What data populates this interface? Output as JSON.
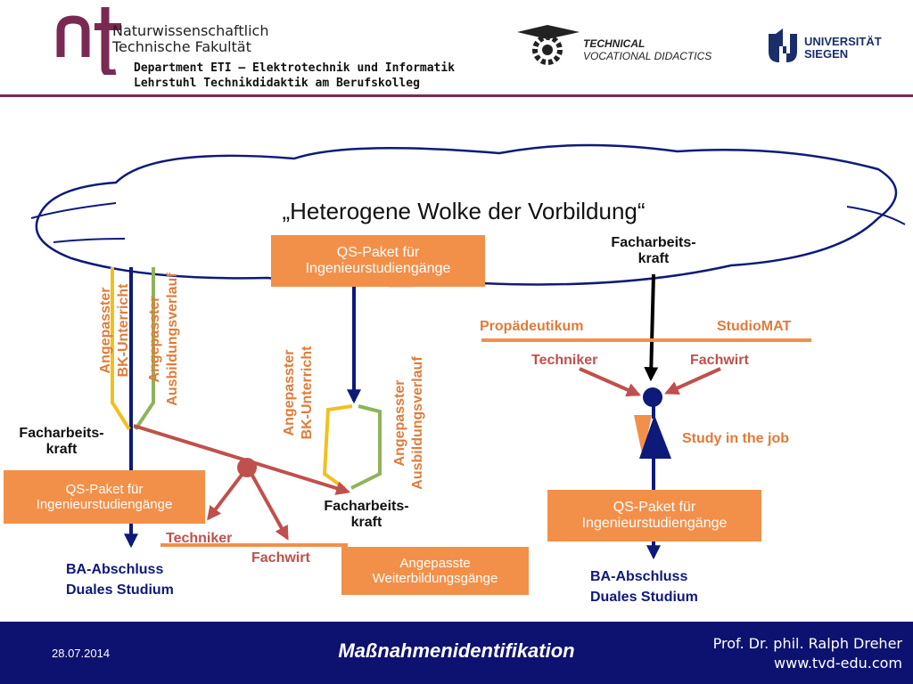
{
  "header": {
    "faculty_line1": "Naturwissenschaftlich",
    "faculty_line2": "Technische Fakultät",
    "dept_line1": "Department ETI – Elektrotechnik und Informatik",
    "dept_line2": "Lehrstuhl Technikdidaktik am Berufskolleg",
    "tvd_line1": "TECHNICAL",
    "tvd_line2": "VOCATIONAL DIDACTICS",
    "uni_line1": "UNIVERSITÄT",
    "uni_line2": "SIEGEN"
  },
  "cloud_title": "„Heterogene Wolke der Vorbildung“",
  "qs_paket_line1": "QS-Paket für",
  "qs_paket_line2": "Ingenieurstudiengänge",
  "facharbeit_line1": "Facharbeits-",
  "facharbeit_line2": "kraft",
  "angepasster_bk_line1": "Angepasster",
  "angepasster_bk_line2": "BK-Unterricht",
  "angepasster_av_line1": "Angepasster",
  "angepasster_av_line2": "Ausbildungsverlauf",
  "techniker": "Techniker",
  "fachwirt": "Fachwirt",
  "propaedeutikum": "Propädeutikum",
  "studiomat": "StudioMAT",
  "study_in_job": "Study in the job",
  "weiterbildung_line1": "Angepasste",
  "weiterbildung_line2": "Weiterbildungsgänge",
  "ba_line1": "BA-Abschluss",
  "ba_line2": "Duales Studium",
  "footer": {
    "date": "28.07.2014",
    "title": "Maßnahmenidentifikation",
    "prof": "Prof. Dr. phil. Ralph Dreher",
    "url": "www.tvd-edu.com"
  },
  "colors": {
    "navy": "#0d1a7a",
    "orange": "#f2904a",
    "red": "#c0504d",
    "yellow": "#f2c01e",
    "green": "#8fb35a",
    "purple": "#7a2a52"
  }
}
